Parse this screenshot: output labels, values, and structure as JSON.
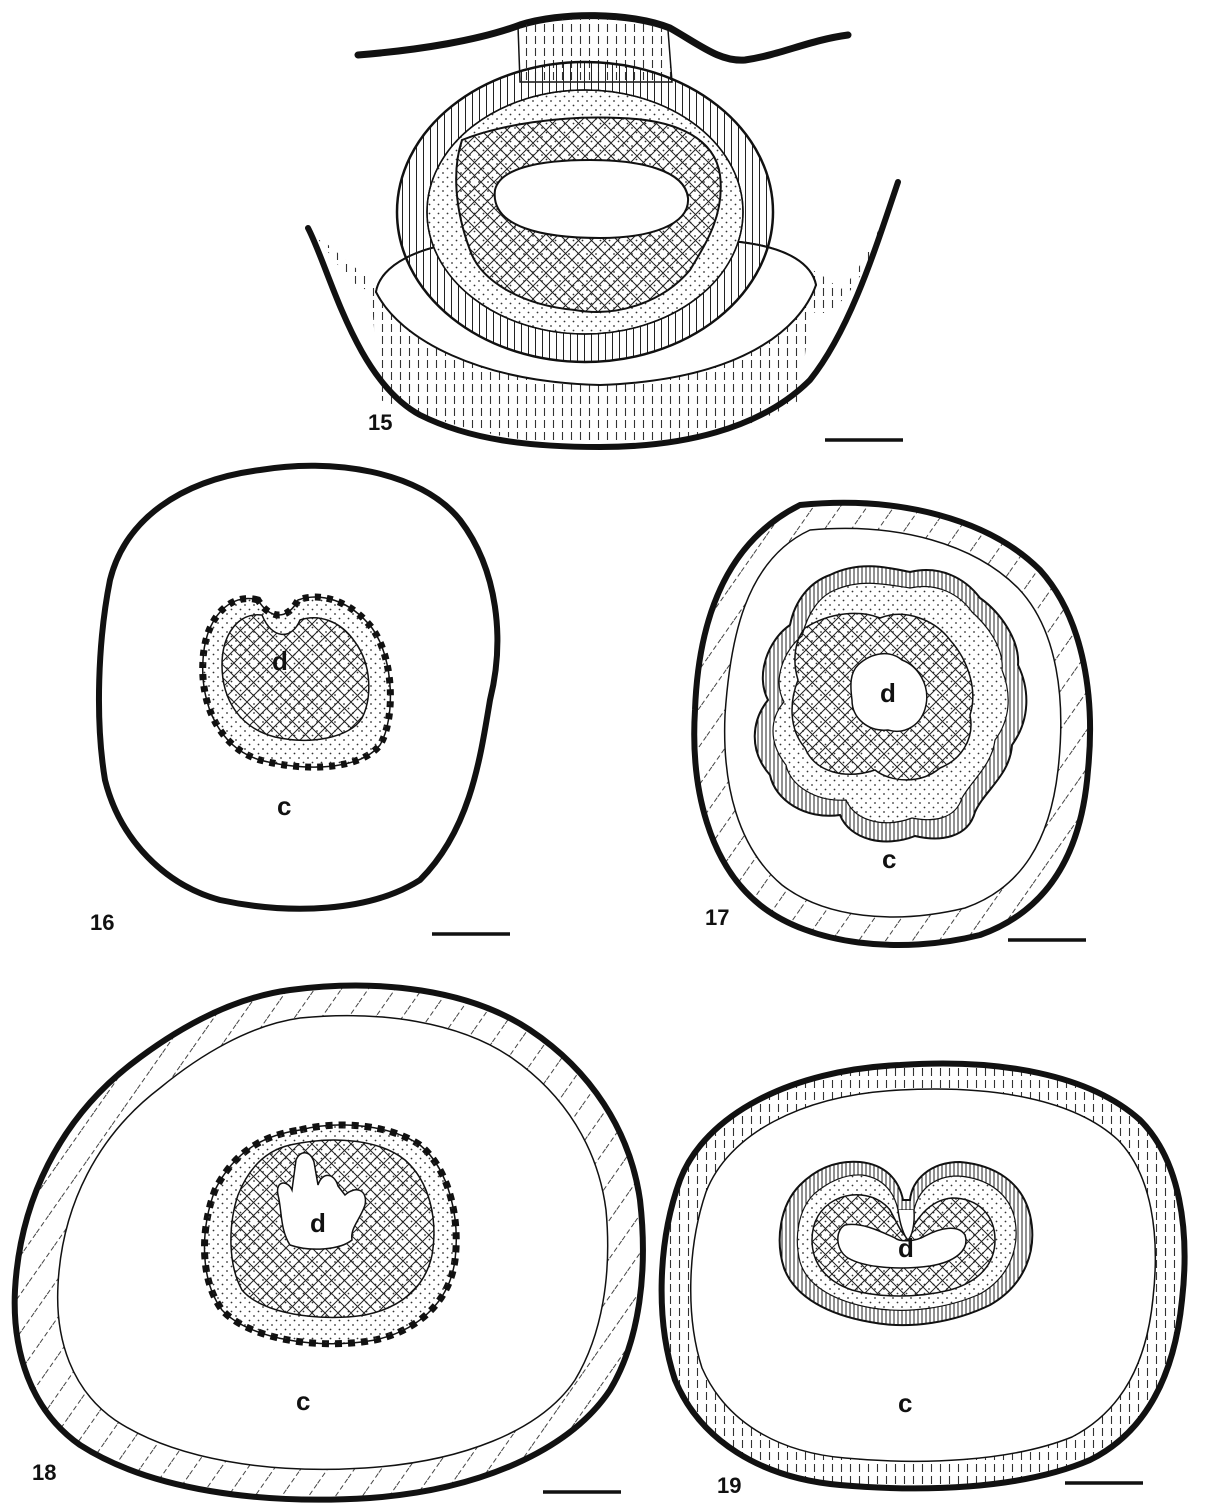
{
  "figures": [
    {
      "number": "15",
      "labels": []
    },
    {
      "number": "16",
      "labels": [
        "d",
        "c"
      ]
    },
    {
      "number": "17",
      "labels": [
        "d",
        "c"
      ]
    },
    {
      "number": "18",
      "labels": [
        "d",
        "c"
      ]
    },
    {
      "number": "19",
      "labels": [
        "d",
        "c"
      ]
    }
  ],
  "colors": {
    "ink": "#111111",
    "paper": "#ffffff"
  }
}
